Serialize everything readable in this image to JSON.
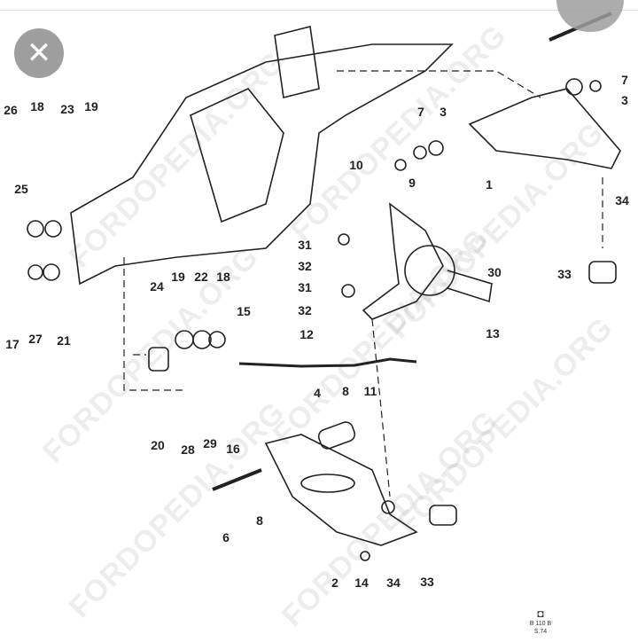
{
  "overlay": {
    "close_icon": "close-icon"
  },
  "watermark": "FORDOPEDIA.ORG",
  "labels": [
    "7",
    "3",
    "7",
    "3",
    "10",
    "9",
    "1",
    "34",
    "26",
    "18",
    "23",
    "19",
    "25",
    "31",
    "32",
    "31",
    "32",
    "30",
    "33",
    "24",
    "19",
    "22",
    "18",
    "15",
    "12",
    "13",
    "17",
    "27",
    "21",
    "4",
    "8",
    "11",
    "20",
    "28",
    "29",
    "16",
    "6",
    "8",
    "2",
    "14",
    "34",
    "33"
  ],
  "drawing_code": {
    "line1": "B 110 B",
    "line2": "S.74"
  }
}
